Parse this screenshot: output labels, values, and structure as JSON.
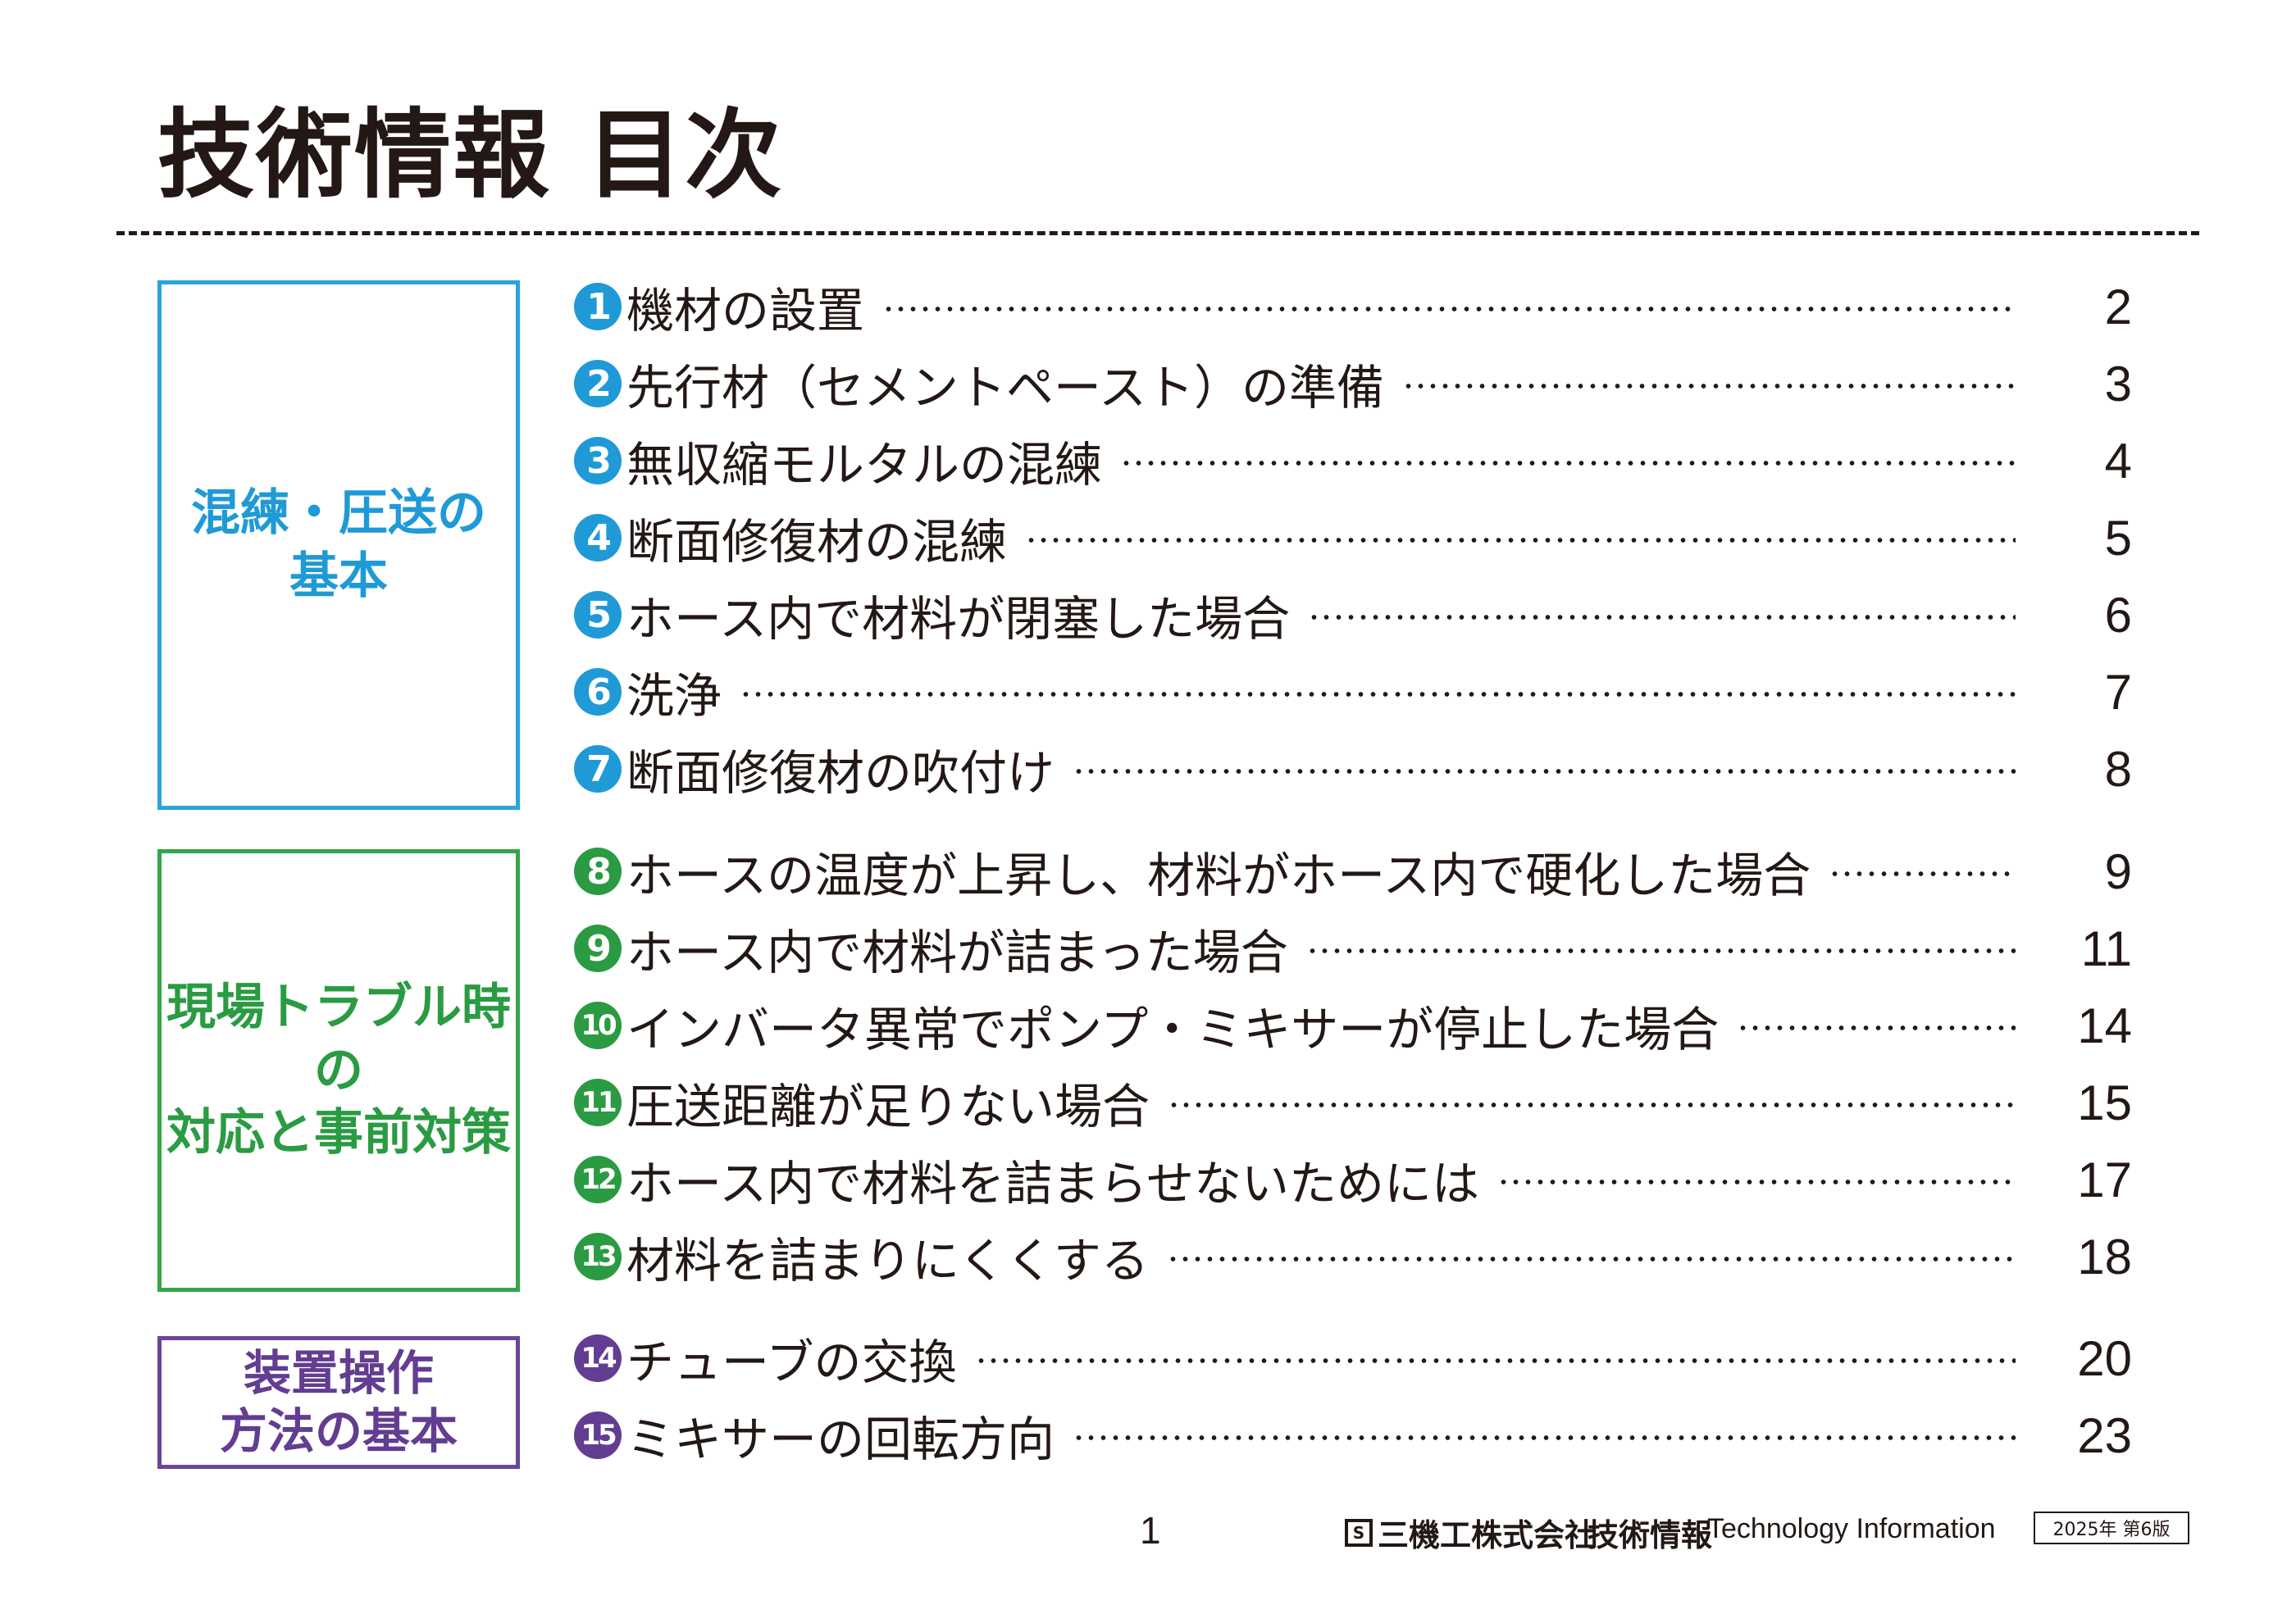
{
  "header": {
    "title": "技術情報 目次"
  },
  "sections": {
    "basic": {
      "lines": [
        "混練・圧送の",
        "基本"
      ],
      "color": "#1f9ad7"
    },
    "trouble": {
      "lines": [
        "現場トラブル時の",
        "対応と事前対策"
      ],
      "color": "#2a9b42"
    },
    "operation": {
      "lines": [
        "装置操作",
        "方法の基本"
      ],
      "color": "#623d91"
    }
  },
  "toc": [
    {
      "num": "1",
      "title": "機材の設置",
      "page": "2"
    },
    {
      "num": "2",
      "title": "先行材（セメントペースト）の準備",
      "page": "3"
    },
    {
      "num": "3",
      "title": "無収縮モルタルの混練",
      "page": "4"
    },
    {
      "num": "4",
      "title": "断面修復材の混練",
      "page": "5"
    },
    {
      "num": "5",
      "title": "ホース内で材料が閉塞した場合",
      "page": "6"
    },
    {
      "num": "6",
      "title": "洗浄",
      "page": "7"
    },
    {
      "num": "7",
      "title": "断面修復材の吹付け",
      "page": "8"
    },
    {
      "num": "8",
      "title": "ホースの温度が上昇し、材料がホース内で硬化した場合",
      "page": "9"
    },
    {
      "num": "9",
      "title": "ホース内で材料が詰まった場合",
      "page": "11"
    },
    {
      "num": "10",
      "title": "インバータ異常でポンプ・ミキサーが停止した場合",
      "page": "14"
    },
    {
      "num": "11",
      "title": "圧送距離が足りない場合",
      "page": "15"
    },
    {
      "num": "12",
      "title": "ホース内で材料を詰まらせないためには",
      "page": "17"
    },
    {
      "num": "13",
      "title": "材料を詰まりにくくする",
      "page": "18"
    },
    {
      "num": "14",
      "title": "チューブの交換",
      "page": "20"
    },
    {
      "num": "15",
      "title": "ミキサーの回転方向",
      "page": "23"
    }
  ],
  "footer": {
    "page_number": "1",
    "company": "三機工株式会社",
    "label": "技術情報",
    "tech": "Technology Information",
    "edition": "2025年 第6版"
  }
}
